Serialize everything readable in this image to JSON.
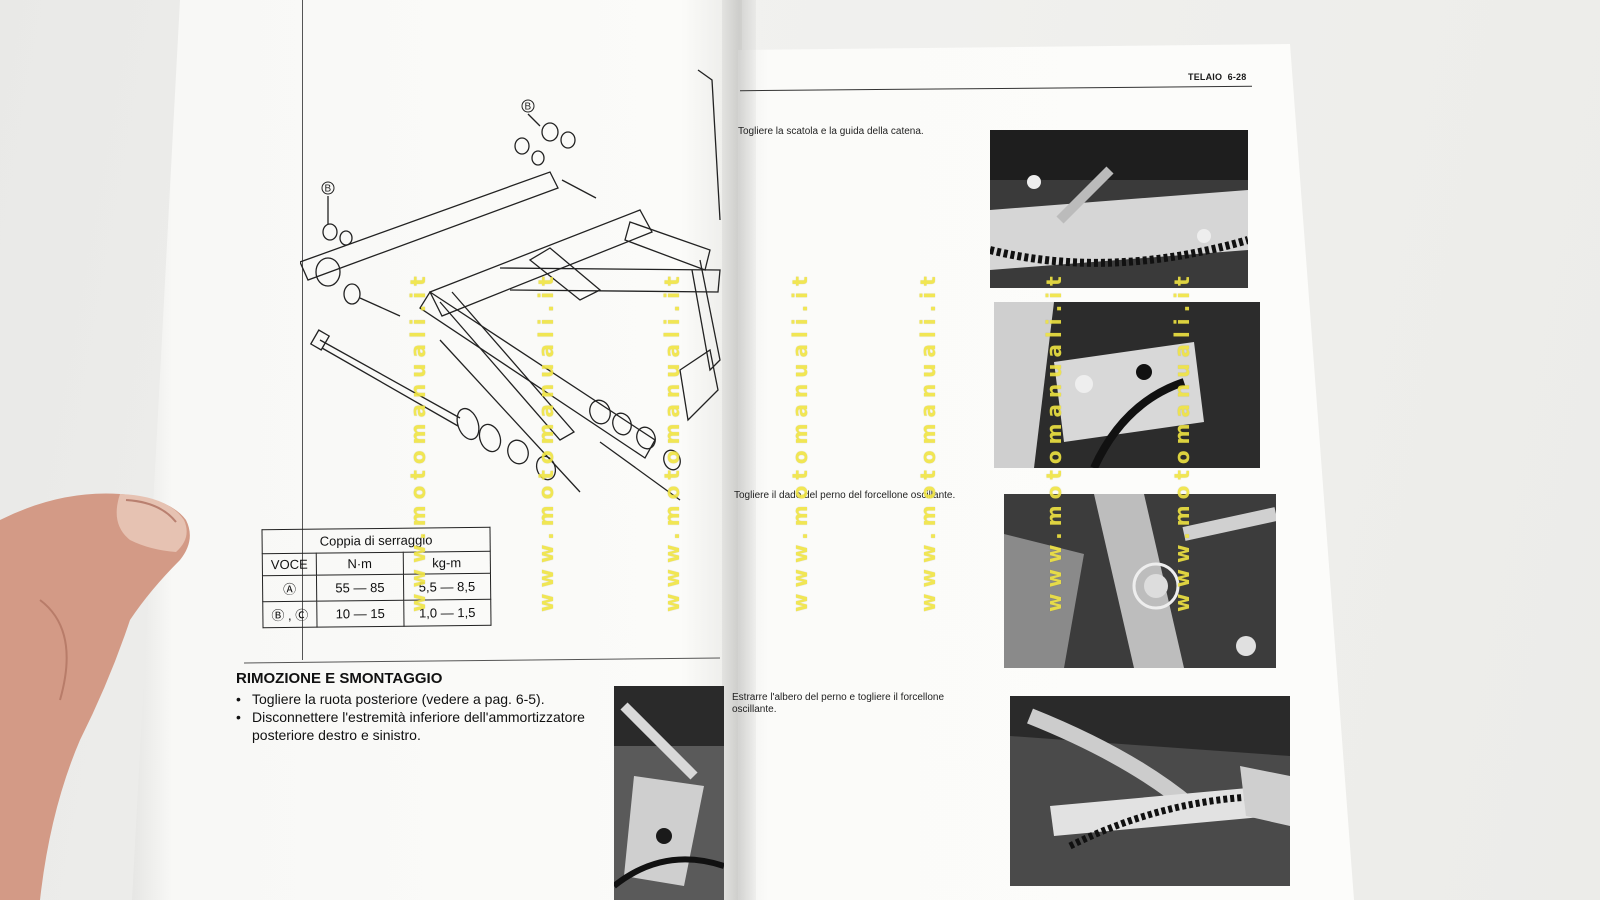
{
  "header": {
    "section": "TELAIO",
    "page": "6-28"
  },
  "right_captions": [
    "Togliere la scatola e la guida della catena.",
    "Togliere il dado del perno del forcellone oscillante.",
    "Estrarre l'albero del perno e togliere il forcellone oscillante."
  ],
  "diagram_labels": {
    "b1": "B",
    "b2": "B"
  },
  "torque_table": {
    "title": "Coppia di serraggio",
    "col_item": "VOCE",
    "col_nm": "N·m",
    "col_kgm": "kg-m",
    "rows": [
      {
        "item": "Ⓐ",
        "nm": "55 — 85",
        "kgm": "5,5 — 8,5"
      },
      {
        "item": "Ⓑ , Ⓒ",
        "nm": "10 — 15",
        "kgm": "1,0 — 1,5"
      }
    ]
  },
  "section": {
    "title": "RIMOZIONE E SMONTAGGIO",
    "bullets": [
      "Togliere la ruota posteriore (vedere a pag. 6-5).",
      "Disconnettere l'estremità inferiore dell'ammortizzatore posteriore destro e sinistro."
    ]
  },
  "watermark": "www.motomanuali.it",
  "colors": {
    "watermark": "#f0e442",
    "ink": "#111111",
    "paper": "#fbfbf9"
  }
}
